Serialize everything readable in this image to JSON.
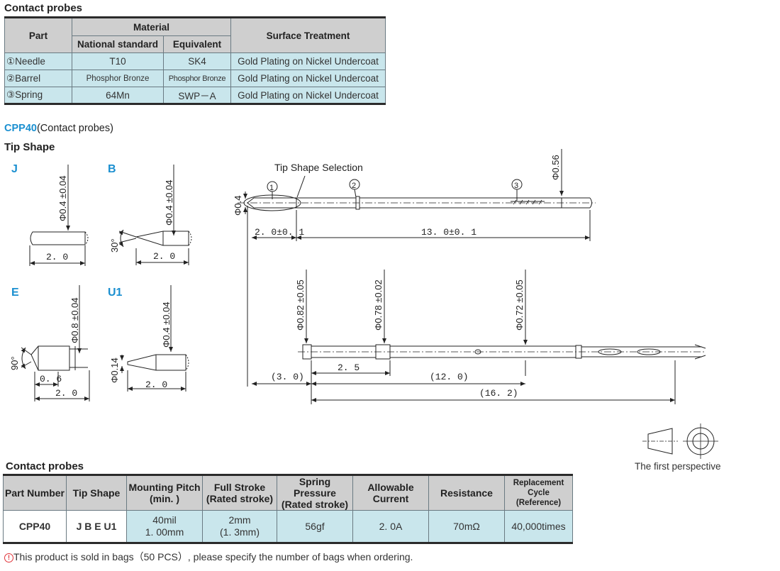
{
  "top_table": {
    "section_title": "Contact probes",
    "headers": {
      "part": "Part",
      "material": "Material",
      "national_standard": "National standard",
      "equivalent": "Equivalent",
      "surface_treatment": "Surface Treatment"
    },
    "rows": [
      {
        "part": "①Needle",
        "national": "T10",
        "equivalent": "SK4",
        "treatment": "Gold Plating on Nickel Undercoat"
      },
      {
        "part": "②Barrel",
        "national": "Phosphor Bronze",
        "equivalent": "Phosphor Bronze",
        "treatment": "Gold Plating on Nickel Undercoat"
      },
      {
        "part": "③Spring",
        "national": "64Mn",
        "equivalent": "SWP－A",
        "treatment": "Gold Plating on Nickel Undercoat"
      }
    ]
  },
  "product": {
    "code": "CPP40",
    "subtitle": "(Contact probes)",
    "tip_shape_title": "Tip  Shape"
  },
  "tips": {
    "j": {
      "label": "J",
      "dia": "Φ0.4 ±0.04",
      "len": "2. 0"
    },
    "b": {
      "label": "B",
      "dia": "Φ0.4 ±0.04",
      "len": "2. 0",
      "angle": "30°"
    },
    "e": {
      "label": "E",
      "dia": "Φ0.8 ±0.04",
      "len": "2. 0",
      "sub": "0. 6",
      "angle": "90°"
    },
    "u1": {
      "label": "U1",
      "dia": "Φ0.4 ±0.04",
      "len": "2. 0",
      "tip_dia": "Φ0.14"
    }
  },
  "main_drawing": {
    "tip_selection": "Tip Shape Selection",
    "callout_1": "1",
    "callout_2": "2",
    "callout_3": "3",
    "phi_04": "Φ0.4",
    "phi_056": "Φ0.56",
    "dim_20": "2. 0±0. 1",
    "dim_130": "13. 0±0. 1",
    "phi_082": "Φ0.82 ±0.05",
    "phi_078": "Φ0.78 ±0.02",
    "phi_072": "Φ0.72 ±0.05",
    "dim_30": "(3. 0)",
    "dim_25": "2. 5",
    "dim_120": "(12. 0)",
    "dim_162": "(16. 2)"
  },
  "perspective": {
    "label": "The first perspective"
  },
  "bottom_table": {
    "section_title": "Contact probes",
    "headers": {
      "part_number": "Part Number",
      "tip_shape": "Tip  Shape",
      "mounting_pitch_1": "Mounting Pitch",
      "mounting_pitch_2": "(min. )",
      "full_stroke_1": "Full Stroke",
      "full_stroke_2": "(Rated stroke)",
      "spring_pressure_1": "Spring Pressure",
      "spring_pressure_2": "(Rated stroke)",
      "allowable_current_1": "Allowable",
      "allowable_current_2": "Current",
      "resistance": "Resistance",
      "replacement_1": "Replacement",
      "replacement_2": "Cycle (Reference)"
    },
    "row": {
      "part_number": "CPP40",
      "tip_shape": "J B E U1",
      "mounting_pitch_1": "40mil",
      "mounting_pitch_2": "1. 00mm",
      "full_stroke_1": "2mm",
      "full_stroke_2": "(1. 3mm)",
      "spring_pressure": "56gf",
      "allowable_current": "2. 0A",
      "resistance": "70mΩ",
      "replacement": "40,000times"
    }
  },
  "footer_note": {
    "icon": "!",
    "text": "This product is sold in bags（50 PCS）, please specify the number of bags when ordering."
  },
  "colors": {
    "header_gray": "#cfcfcf",
    "cell_teal": "#c9e6ec",
    "accent_blue": "#1a8fd0",
    "warning_red": "#e0343a"
  }
}
